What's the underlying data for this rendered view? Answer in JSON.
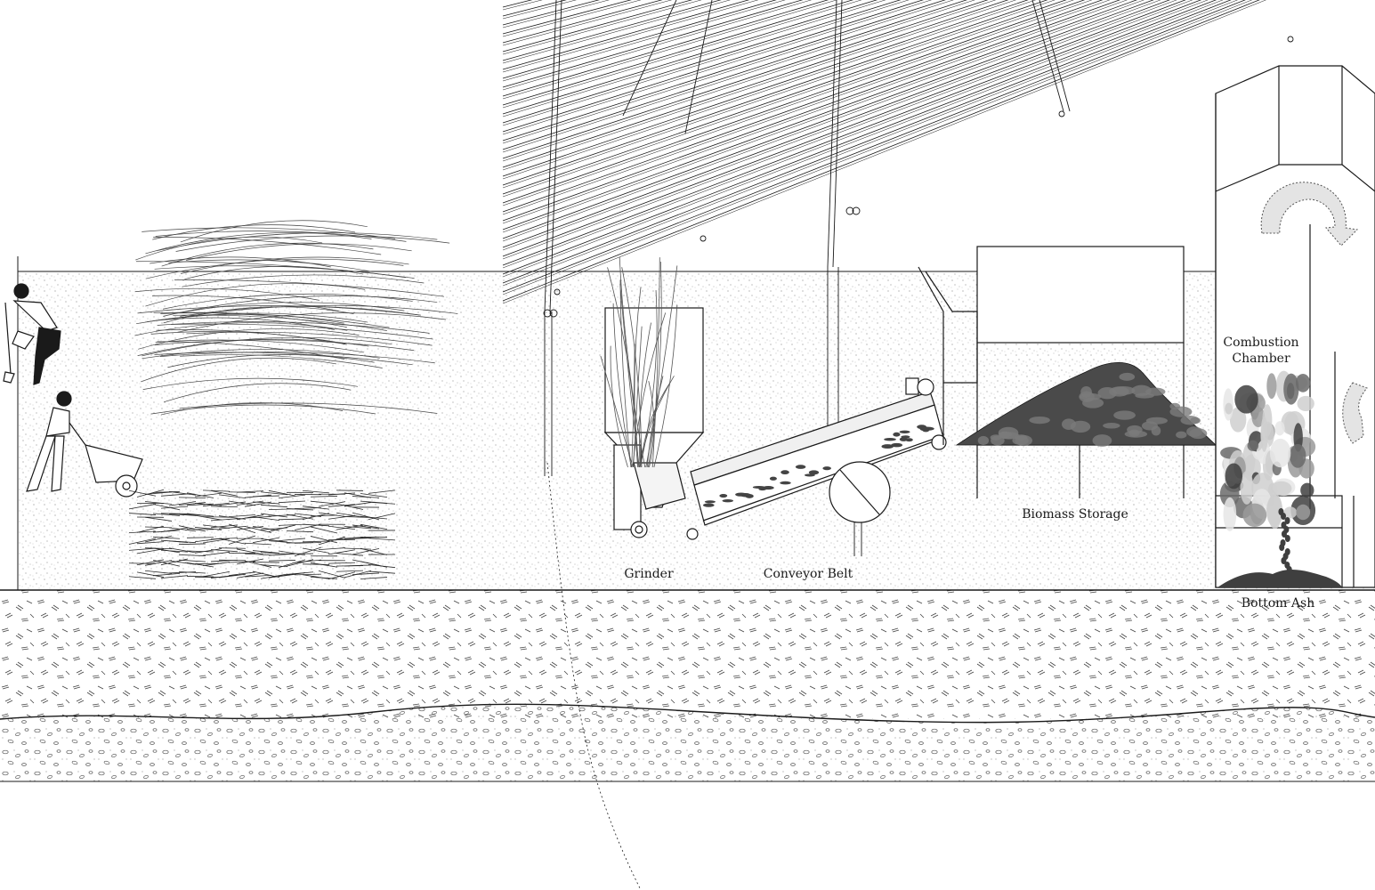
{
  "labels": {
    "grinder": "Grinder",
    "conveyor_belt": "Conveyor Belt",
    "biomass_storage": "Biomass Storage",
    "combustion_chamber_line1": "Combustion",
    "combustion_chamber_line2": "Chamber",
    "bottom_ash": "Bottom Ash"
  },
  "colors": {
    "ink": "#1a1a1a",
    "ash_dark": "#3f3f3f",
    "ash_mid": "#6b6b6b",
    "flame_light": "#cfcfcf",
    "arrow_fill": "#e4e4e4",
    "ground_bg": "#ffffff"
  }
}
